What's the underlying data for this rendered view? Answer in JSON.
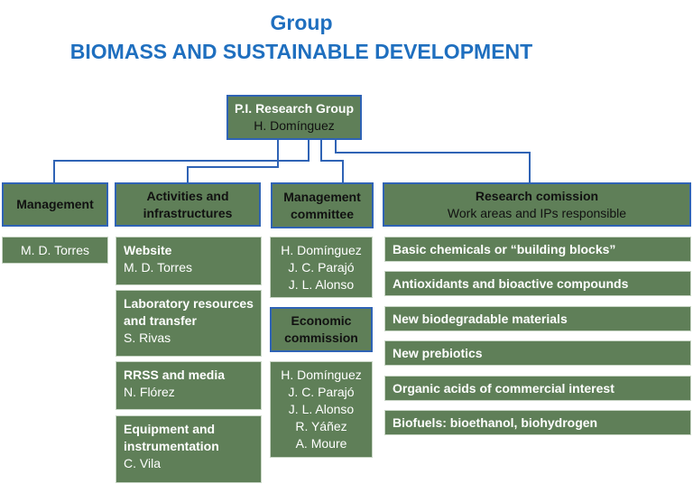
{
  "title": {
    "line1": "Group",
    "line2": "BIOMASS AND SUSTAINABLE DEVELOPMENT"
  },
  "pi": {
    "label": "P.I. Research Group",
    "name": "H. Domínguez"
  },
  "columns": {
    "management": {
      "header": "Management",
      "items": [
        "M. D. Torres"
      ]
    },
    "activities": {
      "header_line1": "Activities and",
      "header_line2": "infrastructures",
      "items": [
        {
          "title": "Website",
          "person": "M. D. Torres"
        },
        {
          "title_line1": "Laboratory resources",
          "title_line2": "and transfer",
          "person": "S. Rivas"
        },
        {
          "title": "RRSS and media",
          "person": "N. Flórez"
        },
        {
          "title_line1": "Equipment and",
          "title_line2": "instrumentation",
          "person": "C. Vila"
        }
      ]
    },
    "committee": {
      "header_line1": "Management",
      "header_line2": "committee",
      "members": [
        "H. Domínguez",
        "J. C. Parajó",
        "J. L. Alonso"
      ],
      "economic_line1": "Economic",
      "economic_line2": "commission",
      "economic_members": [
        "H. Domínguez",
        "J. C. Parajó",
        "J. L. Alonso",
        "R. Yáñez",
        "A. Moure"
      ]
    },
    "research": {
      "header_line1": "Research comission",
      "header_line2": "Work areas and IPs responsible",
      "areas": [
        "Basic chemicals or “building blocks”",
        "Antioxidants and bioactive compounds",
        "New biodegradable materials",
        "New prebiotics",
        "Organic acids of commercial interest",
        "Biofuels: bioethanol, biohydrogen"
      ]
    }
  },
  "colors": {
    "title": "#1f6fbf",
    "box_fill": "#5f7f58",
    "box_border": "#2f63b5"
  }
}
